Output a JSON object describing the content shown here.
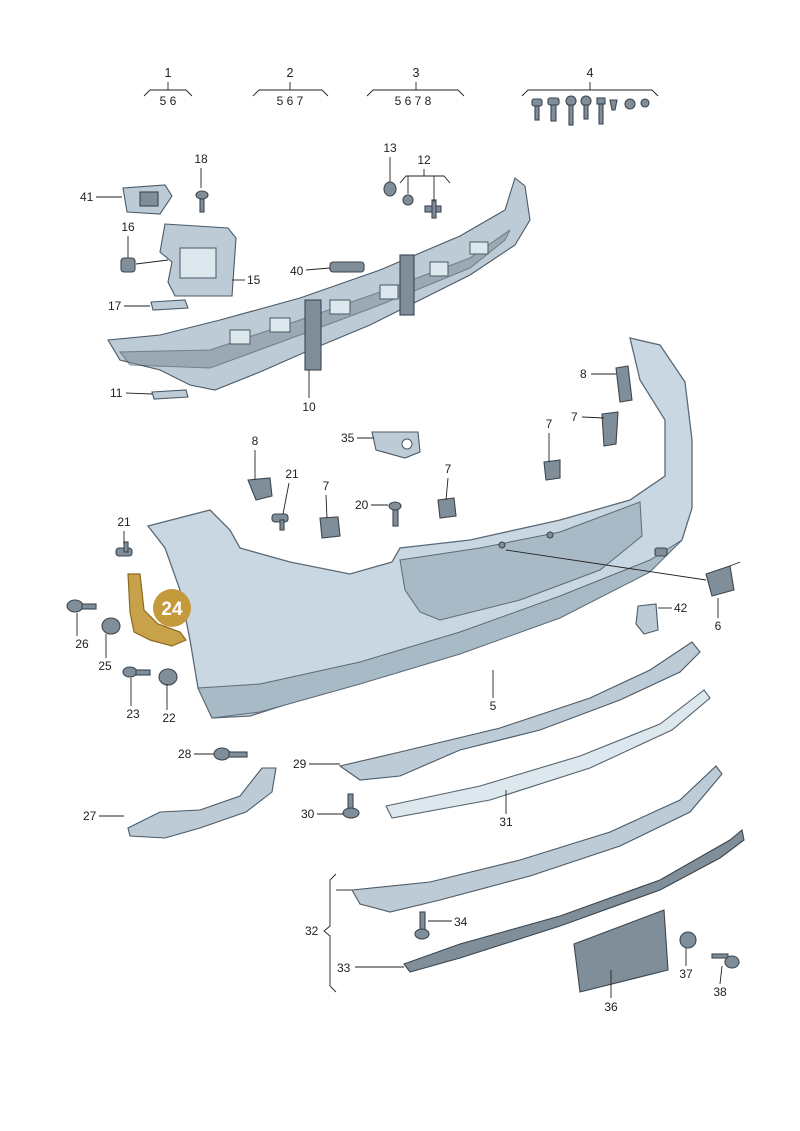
{
  "groups": [
    {
      "id": "1",
      "members": "5 6"
    },
    {
      "id": "2",
      "members": "5 6 7"
    },
    {
      "id": "3",
      "members": "5 6 7 8"
    },
    {
      "id": "4",
      "members": ""
    }
  ],
  "labels": {
    "p5": "5",
    "p6": "6",
    "p7a": "7",
    "p7b": "7",
    "p7c": "7",
    "p7d": "7",
    "p8a": "8",
    "p8b": "8",
    "p10": "10",
    "p11": "11",
    "p12": "12",
    "p13": "13",
    "p15": "15",
    "p16": "16",
    "p17": "17",
    "p18": "18",
    "p20": "20",
    "p21a": "21",
    "p21b": "21",
    "p22": "22",
    "p23": "23",
    "p24": "24",
    "p25": "25",
    "p26": "26",
    "p27": "27",
    "p28": "28",
    "p29": "29",
    "p30": "30",
    "p31": "31",
    "p32": "32",
    "p33": "33",
    "p34": "34",
    "p35": "35",
    "p36": "36",
    "p37": "37",
    "p38": "38",
    "p40": "40",
    "p41": "41",
    "p42": "42"
  },
  "highlight": {
    "part": "24",
    "color": "#c49a3c"
  }
}
